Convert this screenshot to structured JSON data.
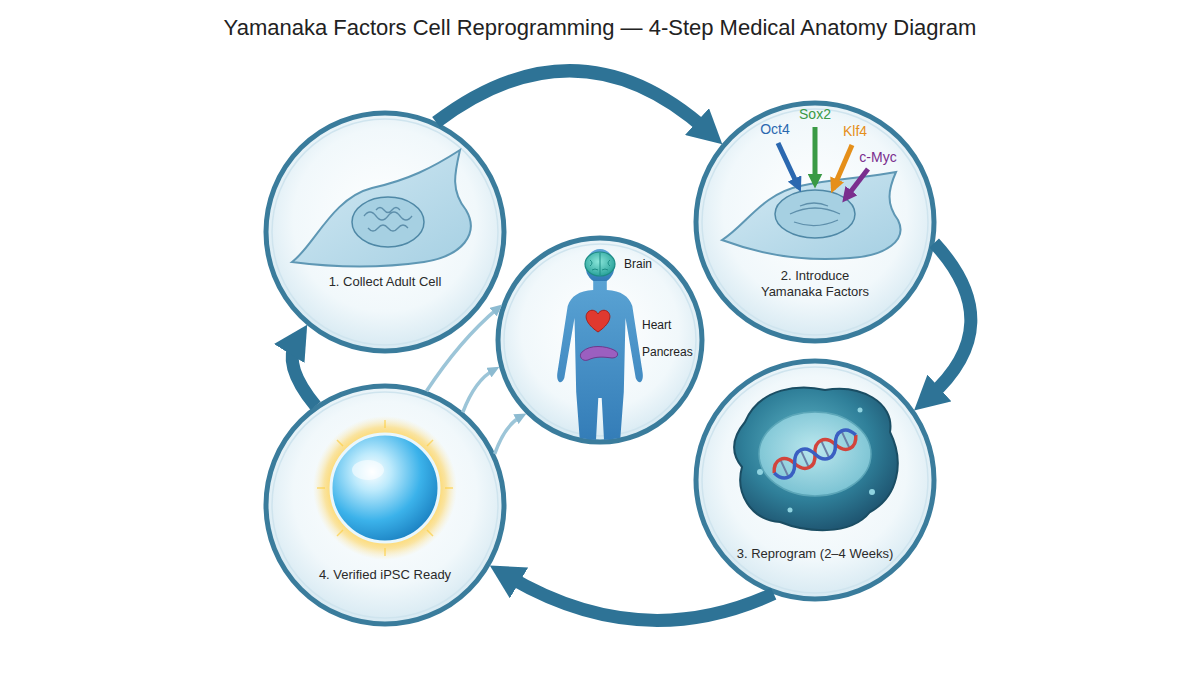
{
  "diagram": {
    "title": "Yamanaka Factors Cell Reprogramming — 4-Step Medical Anatomy Diagram",
    "nodes": [
      {
        "text": [
          "1. Collect Adult Cell"
        ]
      },
      {
        "text": [
          "2. Introduce Yamanaka Factors"
        ]
      },
      {
        "text": [
          "Brain",
          "Heart",
          "Pancreas"
        ]
      },
      {
        "text": [
          "4. Verified iPSC Ready"
        ]
      },
      {
        "text": [
          "3. Reprogram (2–4 Weeks)"
        ]
      }
    ],
    "edges": [
      {
        "from": 0,
        "to": 1,
        "arrow": "to"
      },
      {
        "from": 1,
        "to": 4,
        "arrow": "to"
      },
      {
        "from": 4,
        "to": 3,
        "arrow": "to"
      },
      {
        "from": 3,
        "to": 0,
        "arrow": "to"
      },
      {
        "from": 3,
        "to": 2,
        "arrow": "to"
      },
      {
        "from": 3,
        "to": 2,
        "arrow": "to"
      },
      {
        "from": 3,
        "to": 2,
        "arrow": "to"
      }
    ],
    "labels": [
      "Oct4",
      "Sox2",
      "Klf4",
      "c-Myc"
    ]
  }
}
